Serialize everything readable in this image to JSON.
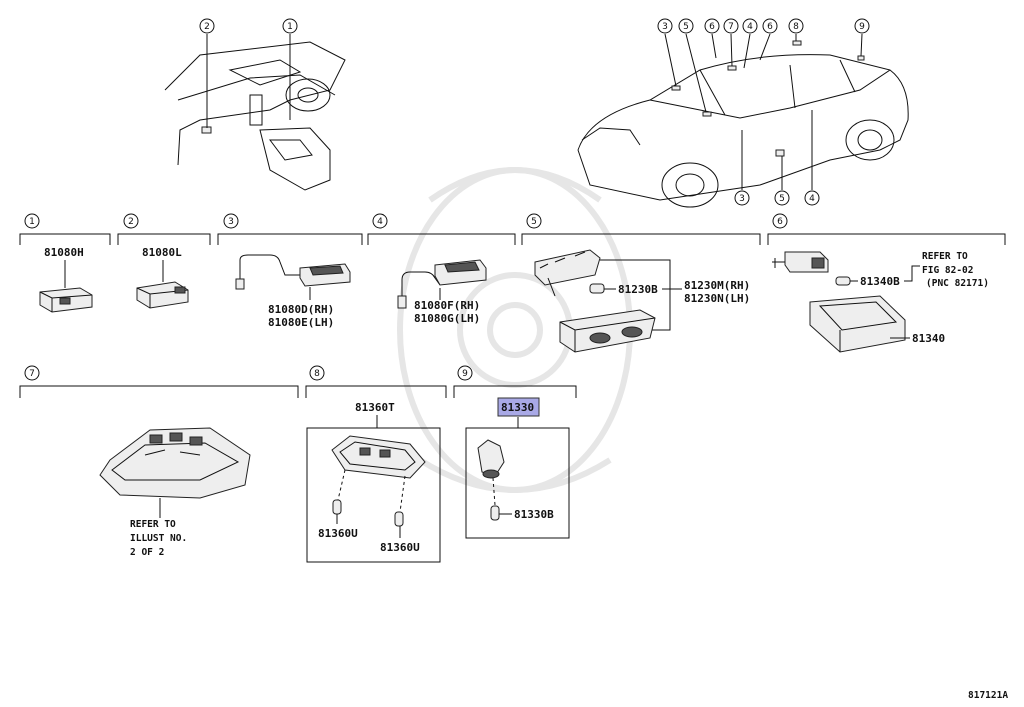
{
  "diagram_id": "817121A",
  "callouts": {
    "c1": "1",
    "c2": "2",
    "c3": "3",
    "c4": "4",
    "c5": "5",
    "c6": "6",
    "c7": "7",
    "c8": "8",
    "c9": "9"
  },
  "parts": {
    "p81080H": "81080H",
    "p81080L": "81080L",
    "p81080D": "81080D(RH)",
    "p81080E": "81080E(LH)",
    "p81080F": "81080F(RH)",
    "p81080G": "81080G(LH)",
    "p81230B": "81230B",
    "p81230M": "81230M(RH)",
    "p81230N": "81230N(LH)",
    "p81340B": "81340B",
    "p81340": "81340",
    "p81360T": "81360T",
    "p81360U_a": "81360U",
    "p81360U_b": "81360U",
    "p81330": "81330",
    "p81330B": "81330B"
  },
  "notes": {
    "refer_fig_1": "REFER TO",
    "refer_fig_2": "FIG 82-02",
    "refer_fig_3": "(PNC 82171)",
    "refer_illust_1": "REFER TO",
    "refer_illust_2": "ILLUST NO.",
    "refer_illust_3": "2 OF 2"
  },
  "highlight_color": "#a9a9e6"
}
